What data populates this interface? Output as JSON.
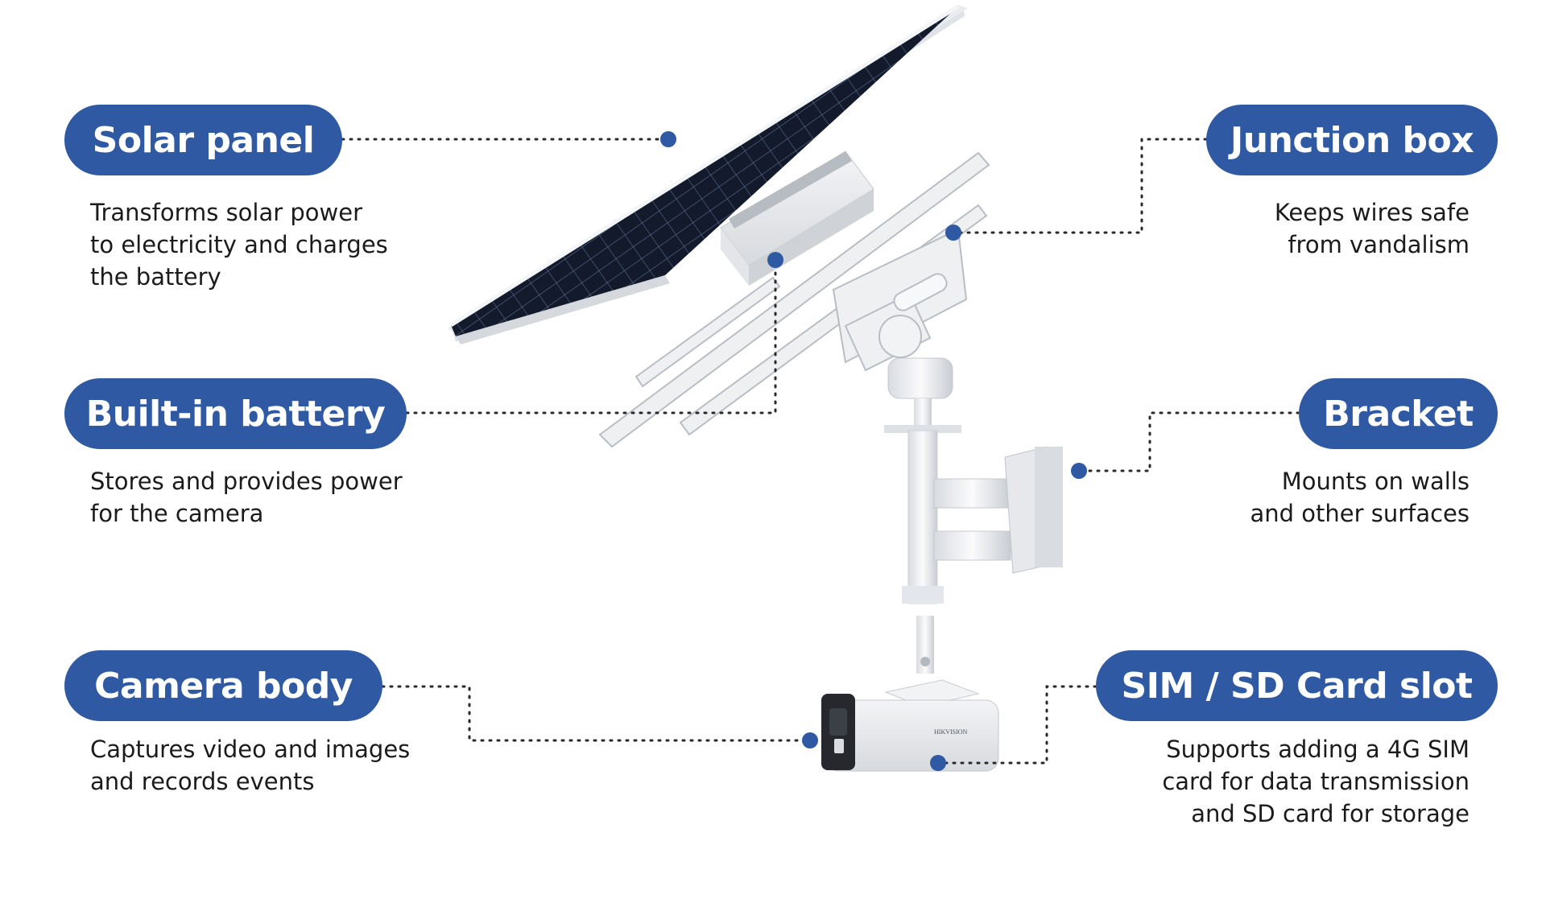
{
  "colors": {
    "accent": "#2f5aa3",
    "text": "#1b1b1b",
    "panel_dark": "#111a2e",
    "frame": "#eceef1"
  },
  "callouts": {
    "solar_panel": {
      "title": "Solar panel",
      "description": "Transforms solar power\nto electricity and charges\nthe battery"
    },
    "built_in_battery": {
      "title": "Built-in battery",
      "description": "Stores and provides power\nfor the camera"
    },
    "camera_body": {
      "title": "Camera body",
      "description": "Captures video and images\nand records events"
    },
    "junction_box": {
      "title": "Junction box",
      "description": "Keeps wires safe\nfrom vandalism"
    },
    "bracket": {
      "title": "Bracket",
      "description": "Mounts on walls\nand other surfaces"
    },
    "sim_sd_slot": {
      "title": "SIM / SD Card slot",
      "description": "Supports adding a 4G SIM\ncard for data transmission\nand SD card for storage"
    }
  },
  "product": {
    "brand_mark": "HIKVISION"
  }
}
